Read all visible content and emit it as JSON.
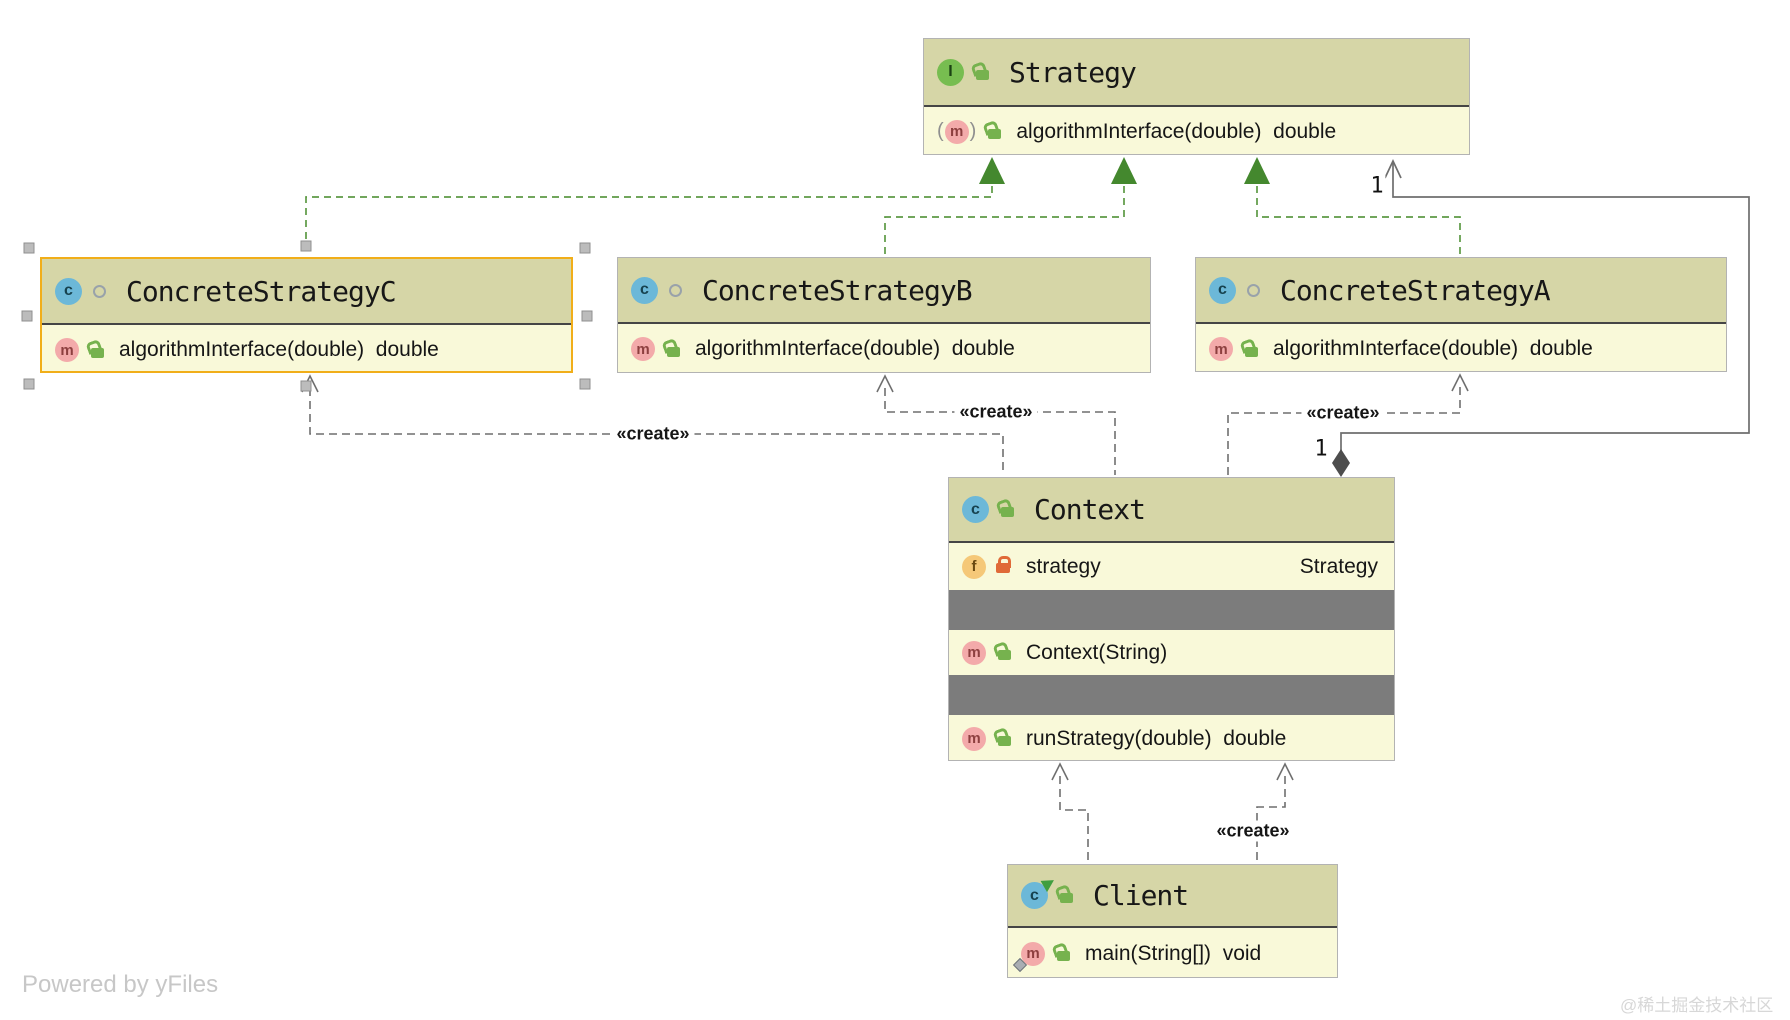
{
  "labels": {
    "create": "«create»",
    "multiplicity_one": "1"
  },
  "watermarks": {
    "powered_by": "Powered by yFiles",
    "community": "@稀土掘金技术社区"
  },
  "colors": {
    "node_header_fill": "#d6d6a7",
    "node_body_fill": "#f9f9d9",
    "node_border": "#b3b3b3",
    "selected_border": "#f1ae19",
    "separator_bar": "#7c7c7c",
    "realization_green": "#5d9a45",
    "realization_triangle": "#44882e",
    "dependency_gray": "#6f6f6f",
    "composition_diamond": "#4d4d4d",
    "class_badge": "#6cb8d8",
    "interface_badge": "#77bd50",
    "method_badge": "#f3aaaa",
    "field_badge": "#f5c878",
    "public_lock": "#76b24e",
    "private_lock": "#e06a38"
  },
  "classes": [
    {
      "id": "strategy",
      "badge": "I",
      "kind": "interface",
      "title": "Strategy",
      "members": [
        {
          "badge": "m",
          "kind": "abstract-method",
          "visibility": "public",
          "label": "algorithmInterface(double)  double"
        }
      ]
    },
    {
      "id": "concrete-strategy-c",
      "badge": "c",
      "kind": "class",
      "title": "ConcreteStrategyC",
      "selected": true,
      "members": [
        {
          "badge": "m",
          "kind": "method",
          "visibility": "public",
          "label": "algorithmInterface(double)  double"
        }
      ]
    },
    {
      "id": "concrete-strategy-b",
      "badge": "c",
      "kind": "class",
      "title": "ConcreteStrategyB",
      "members": [
        {
          "badge": "m",
          "kind": "method",
          "visibility": "public",
          "label": "algorithmInterface(double)  double"
        }
      ]
    },
    {
      "id": "concrete-strategy-a",
      "badge": "c",
      "kind": "class",
      "title": "ConcreteStrategyA",
      "members": [
        {
          "badge": "m",
          "kind": "method",
          "visibility": "public",
          "label": "algorithmInterface(double)  double"
        }
      ]
    },
    {
      "id": "context",
      "badge": "c",
      "kind": "class",
      "title": "Context",
      "members": [
        {
          "badge": "f",
          "kind": "field",
          "visibility": "private",
          "label": "strategy",
          "type": "Strategy"
        },
        {
          "separator": true
        },
        {
          "badge": "m",
          "kind": "method",
          "visibility": "public",
          "label": "Context(String)"
        },
        {
          "separator": true
        },
        {
          "badge": "m",
          "kind": "method",
          "visibility": "public",
          "label": "runStrategy(double)  double"
        }
      ]
    },
    {
      "id": "client",
      "badge": "c",
      "kind": "runnable-class",
      "title": "Client",
      "members": [
        {
          "badge": "m",
          "kind": "entry-point-method",
          "visibility": "public",
          "label": "main(String[])  void"
        }
      ]
    }
  ],
  "edges": [
    {
      "type": "realization",
      "from": "ConcreteStrategyC",
      "to": "Strategy"
    },
    {
      "type": "realization",
      "from": "ConcreteStrategyB",
      "to": "Strategy"
    },
    {
      "type": "realization",
      "from": "ConcreteStrategyA",
      "to": "Strategy"
    },
    {
      "type": "create-dependency",
      "from": "Context",
      "to": "ConcreteStrategyC",
      "label": "«create»"
    },
    {
      "type": "create-dependency",
      "from": "Context",
      "to": "ConcreteStrategyB",
      "label": "«create»"
    },
    {
      "type": "create-dependency",
      "from": "Context",
      "to": "ConcreteStrategyA",
      "label": "«create»"
    },
    {
      "type": "composition",
      "from": "Context",
      "to": "Strategy",
      "source_multiplicity": "1",
      "target_multiplicity": "1"
    },
    {
      "type": "dependency",
      "from": "Client",
      "to": "Context"
    },
    {
      "type": "create-dependency",
      "from": "Client",
      "to": "Context",
      "label": "«create»"
    }
  ]
}
